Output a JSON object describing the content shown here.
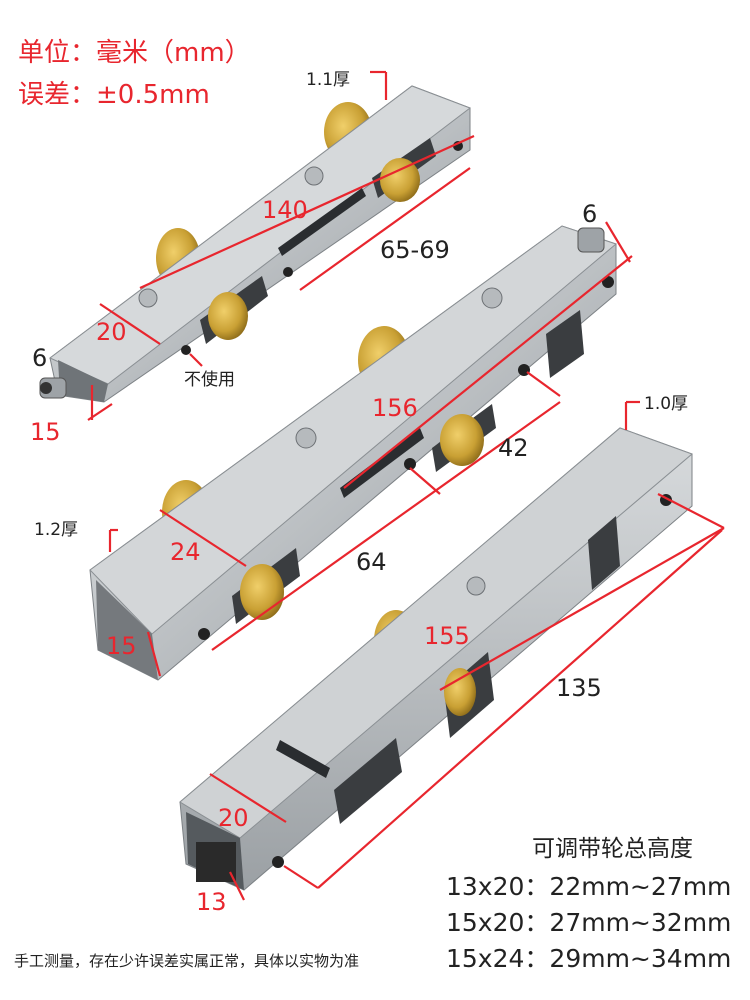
{
  "header": {
    "unit_line": "单位：毫米（mm）",
    "tolerance_line": "误差：±0.5mm"
  },
  "dimensions": {
    "r1_thickness": "1.1厚",
    "r1_length": "140",
    "r1_hole_spacing": "65-69",
    "r1_width": "20",
    "r1_axle": "6",
    "r1_height": "15",
    "r1_unused": "不使用",
    "r2_axle": "6",
    "r2_length": "156",
    "r2_hole_spacing": "42",
    "r2_thickness": "1.2厚",
    "r2_width": "24",
    "r2_spacing_b": "64",
    "r2_height": "15",
    "r3_thickness": "1.0厚",
    "r3_length": "155",
    "r3_spacing": "135",
    "r3_width": "20",
    "r3_height": "13"
  },
  "specs": {
    "title": "可调带轮总高度",
    "rows": [
      "13x20：22mm~27mm",
      "15x20：27mm~32mm",
      "15x24：29mm~34mm"
    ]
  },
  "footer": {
    "note": "手工测量，存在少许误差实属正常，具体以实物为准"
  },
  "colors": {
    "annotation_red": "#e8262e",
    "steel": "#bfc3c6",
    "brass": "#c9a034"
  }
}
